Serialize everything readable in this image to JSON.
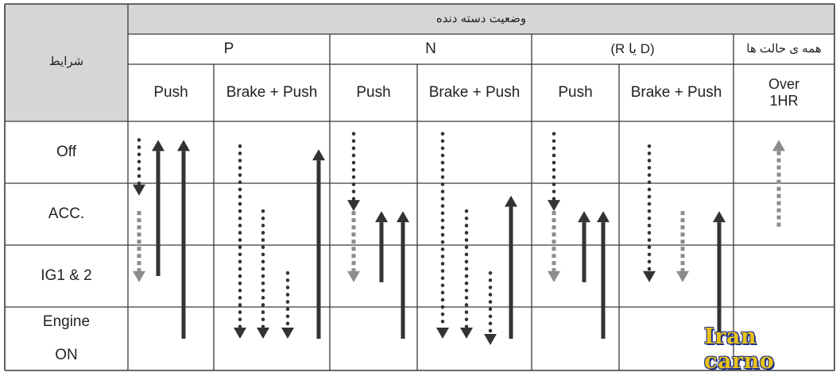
{
  "header": {
    "title": "وضعیت دسته دنده",
    "conditions_label": "شرایط",
    "gear_groups": [
      "P",
      "N",
      "(D یا R)",
      "همه ی حالت ها"
    ],
    "sub_columns": [
      "Push",
      "Brake + Push",
      "Push",
      "Brake + Push",
      "Push",
      "Brake + Push",
      "Over\n1HR"
    ]
  },
  "rows": [
    "Off",
    "ACC.",
    "IG1 & 2",
    "Engine\nON"
  ],
  "watermark": "Iran carno",
  "colors": {
    "header_bg": "#d6d6d6",
    "border": "#3a3a3a",
    "arrow_dark": "#333333",
    "arrow_gray": "#8c8c8c"
  },
  "arrows": [
    {
      "col": 0,
      "style": "dotted",
      "dir": "down",
      "color": "dark",
      "from": 0.3,
      "to": 1.2
    },
    {
      "col": 0,
      "style": "solid",
      "dir": "up",
      "color": "dark",
      "from": 2.5,
      "to": 0.3
    },
    {
      "col": 0,
      "style": "solid",
      "dir": "up",
      "color": "dark",
      "from": 3.5,
      "to": 0.3
    },
    {
      "col": 0,
      "style": "dashed",
      "dir": "down",
      "color": "gray",
      "from": 1.45,
      "to": 2.6
    },
    {
      "col": 1,
      "style": "dotted",
      "dir": "down",
      "color": "dark",
      "from": 0.4,
      "to": 3.5
    },
    {
      "col": 1,
      "style": "dotted",
      "dir": "down",
      "color": "dark",
      "from": 1.45,
      "to": 3.5
    },
    {
      "col": 1,
      "style": "dotted",
      "dir": "down",
      "color": "dark",
      "from": 2.45,
      "to": 3.5
    },
    {
      "col": 1,
      "style": "solid",
      "dir": "up",
      "color": "dark",
      "from": 3.5,
      "to": 0.45
    },
    {
      "col": 2,
      "style": "dotted",
      "dir": "down",
      "color": "dark",
      "from": 0.2,
      "to": 1.45
    },
    {
      "col": 2,
      "style": "dashed",
      "dir": "down",
      "color": "gray",
      "from": 1.45,
      "to": 2.6
    },
    {
      "col": 2,
      "style": "solid",
      "dir": "up",
      "color": "dark",
      "from": 2.6,
      "to": 1.45
    },
    {
      "col": 2,
      "style": "solid",
      "dir": "up",
      "color": "dark",
      "from": 3.5,
      "to": 1.45
    },
    {
      "col": 3,
      "style": "dotted",
      "dir": "down",
      "color": "dark",
      "from": 0.2,
      "to": 3.5
    },
    {
      "col": 3,
      "style": "dotted",
      "dir": "down",
      "color": "dark",
      "from": 1.45,
      "to": 3.5
    },
    {
      "col": 3,
      "style": "dotted",
      "dir": "down",
      "color": "dark",
      "from": 2.45,
      "to": 3.6
    },
    {
      "col": 3,
      "style": "solid",
      "dir": "up",
      "color": "dark",
      "from": 3.5,
      "to": 1.2
    },
    {
      "col": 4,
      "style": "dotted",
      "dir": "down",
      "color": "dark",
      "from": 0.2,
      "to": 1.45
    },
    {
      "col": 4,
      "style": "dashed",
      "dir": "down",
      "color": "gray",
      "from": 1.45,
      "to": 2.6
    },
    {
      "col": 4,
      "style": "solid",
      "dir": "up",
      "color": "dark",
      "from": 2.6,
      "to": 1.45
    },
    {
      "col": 4,
      "style": "solid",
      "dir": "up",
      "color": "dark",
      "from": 3.5,
      "to": 1.45
    },
    {
      "col": 5,
      "style": "dotted",
      "dir": "down",
      "color": "dark",
      "from": 0.4,
      "to": 2.6
    },
    {
      "col": 5,
      "style": "dashed",
      "dir": "down",
      "color": "gray",
      "from": 1.45,
      "to": 2.6
    },
    {
      "col": 5,
      "style": "solid",
      "dir": "up",
      "color": "dark",
      "from": 3.5,
      "to": 1.45
    },
    {
      "col": 6,
      "style": "dashed",
      "dir": "up",
      "color": "gray",
      "from": 1.7,
      "to": 0.3
    }
  ]
}
